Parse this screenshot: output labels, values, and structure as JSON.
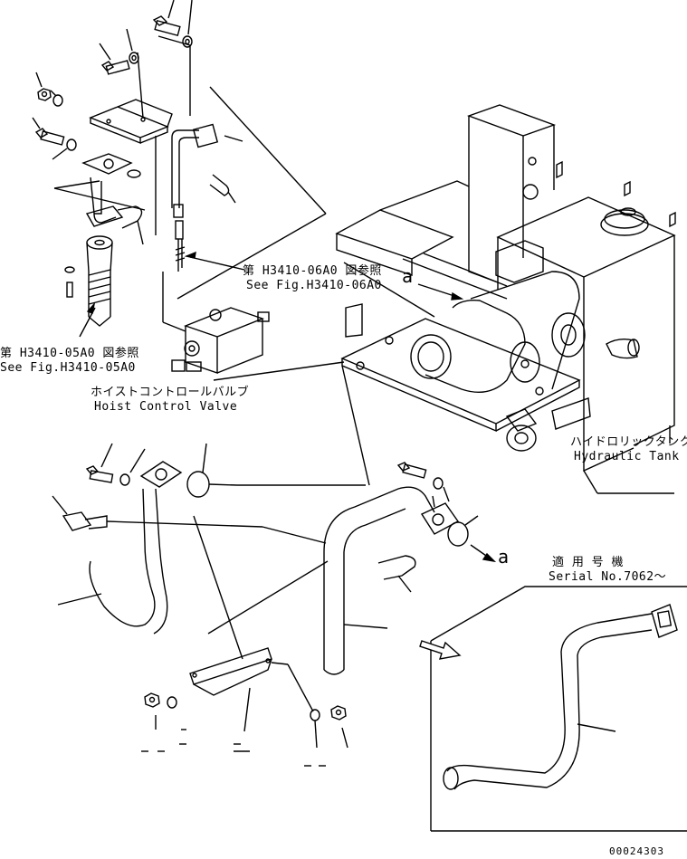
{
  "callouts": {
    "fig_06a0_jp": "第 H3410-06A0 図参照",
    "fig_06a0_en": "See Fig.H3410-06A0",
    "fig_05a0_jp": "第 H3410-05A0 図参照",
    "fig_05a0_en": "See Fig.H3410-05A0",
    "hoist_jp": "ホイストコントロールバルブ",
    "hoist_en": "Hoist Control Valve",
    "tank_jp": "ハイドロリックタンク",
    "tank_en": "Hydraulic Tank",
    "serial_jp": "適 用 号 機",
    "serial_en": "Serial No.7062〜",
    "ref_a_top": "a",
    "ref_a_mid": "a"
  },
  "drawing_number": "00024303"
}
